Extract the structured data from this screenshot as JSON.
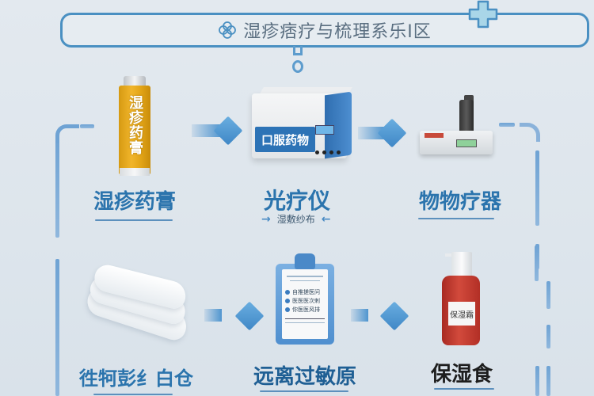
{
  "banner": {
    "title": "湿疹痞疗与梳理系乐I区",
    "icon": "clover-icon",
    "corner_icon": "medical-cross-icon"
  },
  "colors": {
    "background": "#e0e7ee",
    "accent_blue": "#4a90c2",
    "label_blue": "#2b74ad",
    "tube_yellow": "#f1b52b",
    "bottle_red": "#c8453a"
  },
  "items": [
    {
      "label": "湿疹药膏",
      "image": "ointment-tube",
      "image_text": "湿疹药膏"
    },
    {
      "label": "光疗仪",
      "image": "phototherapy-device",
      "image_text": "口服药物",
      "sub_label": "湿敷纱布"
    },
    {
      "label": "物物疗器",
      "image": "treatment-machine"
    },
    {
      "label": "徃牱彭纟白仓",
      "image": "folded-towels"
    },
    {
      "label": "远离过敏原",
      "image": "clipboard-checklist",
      "checklist": [
        "自推搓医问",
        "医医医次剌",
        "你医医风排"
      ]
    },
    {
      "label": "保湿食",
      "image": "moisturizer-bottle",
      "image_text": "保湿霜"
    }
  ]
}
